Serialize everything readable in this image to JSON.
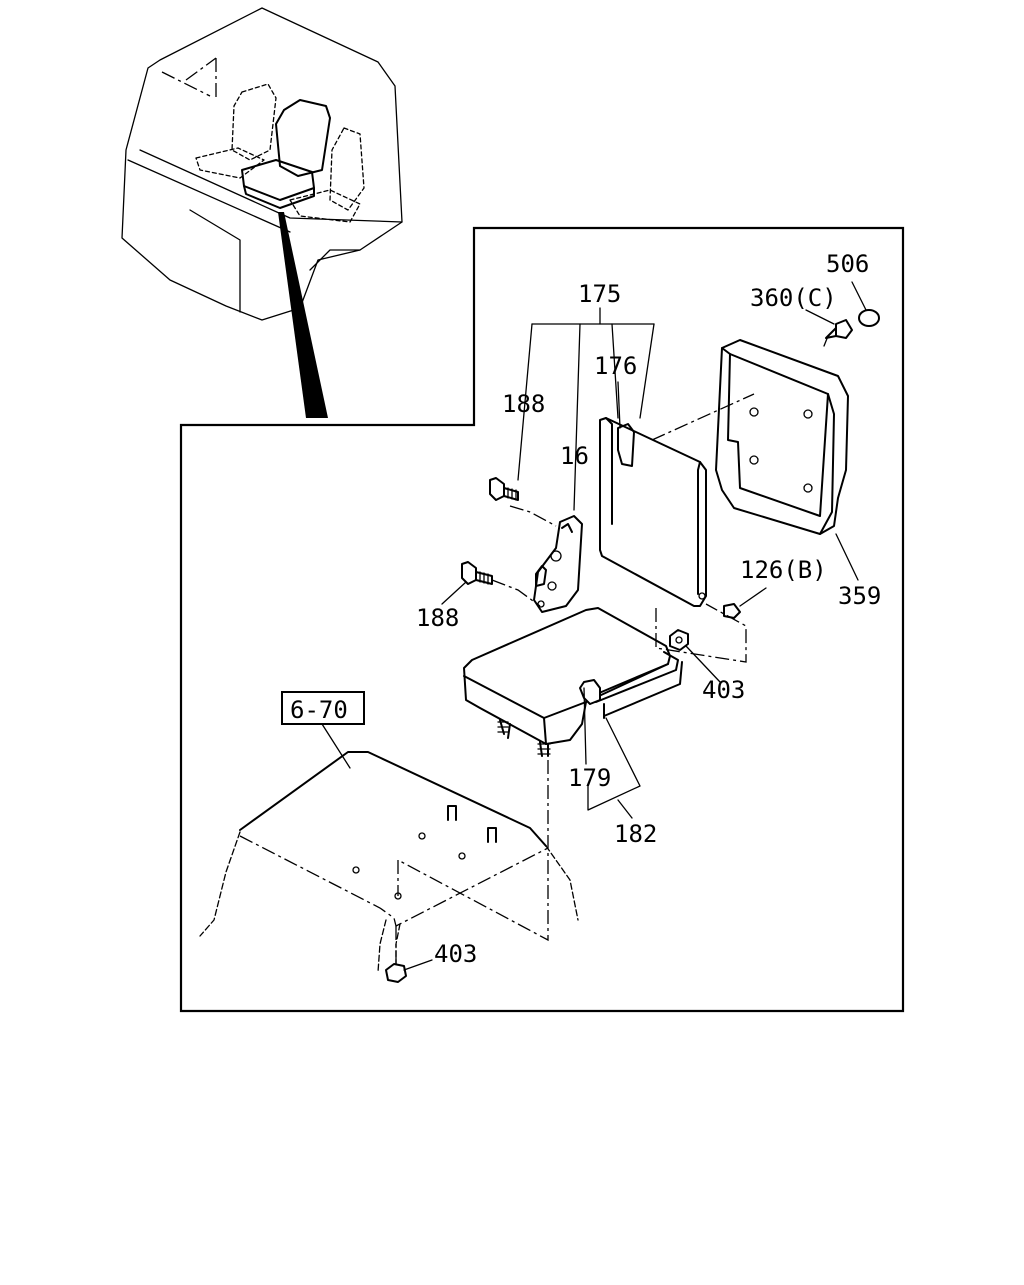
{
  "callouts": {
    "p506": "506",
    "p360": "360(C)",
    "p175": "175",
    "p176": "176",
    "p188_top": "188",
    "p16": "16",
    "p188_bottom": "188",
    "p126": "126(B)",
    "p359": "359",
    "p403_right": "403",
    "ref_box": "6-70",
    "p179": "179",
    "p182": "182",
    "p403_bottom": "403"
  },
  "icons": [
    "cab-seat-overview",
    "seat-back-cover",
    "seat-frame",
    "hinge-bracket",
    "bolt",
    "nut",
    "seat-cushion",
    "floor-pan"
  ]
}
